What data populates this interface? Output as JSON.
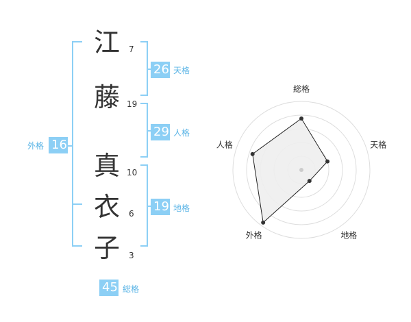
{
  "name": {
    "chars": [
      {
        "char": "江",
        "strokes": "7"
      },
      {
        "char": "藤",
        "strokes": "19"
      },
      {
        "char": "真",
        "strokes": "10"
      },
      {
        "char": "衣",
        "strokes": "6"
      },
      {
        "char": "子",
        "strokes": "3"
      }
    ]
  },
  "kakusu": {
    "tenkaku": {
      "value": "26",
      "label": "天格"
    },
    "jinkaku": {
      "value": "29",
      "label": "人格"
    },
    "chikaku": {
      "value": "19",
      "label": "地格"
    },
    "gaikaku": {
      "value": "16",
      "label": "外格"
    },
    "soukaku": {
      "value": "45",
      "label": "総格"
    }
  },
  "colors": {
    "accent": "#8ccff5",
    "label_text": "#5ab4e6",
    "radar_fill": "#eeeeee",
    "radar_ring": "#dddddd"
  },
  "chart_data": {
    "type": "radar",
    "axes": [
      "総格",
      "天格",
      "地格",
      "外格",
      "人格"
    ],
    "values": [
      0.75,
      0.4,
      0.2,
      0.95,
      0.75
    ],
    "range": [
      0,
      1
    ],
    "rings": 5
  }
}
